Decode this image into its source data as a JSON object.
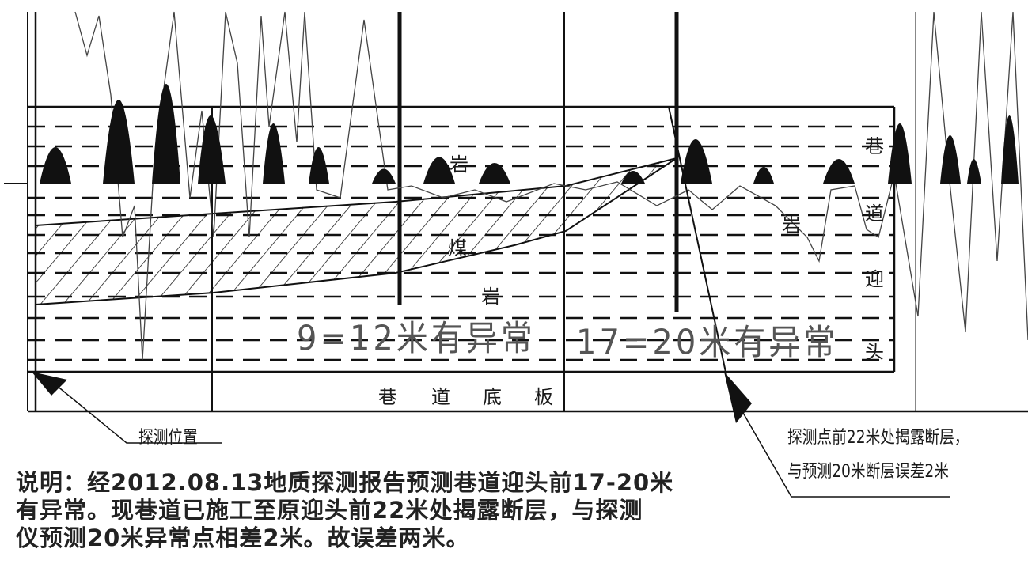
{
  "diagram": {
    "labels": {
      "rock_upper": "岩",
      "coal": "煤",
      "rock_lower": "岩",
      "rock_right": "岩",
      "anomaly_1": "9=12米有异常",
      "anomaly_2": "17=20米有异常",
      "floor": [
        "巷",
        "道",
        "底",
        "板"
      ],
      "heading": [
        "巷",
        "道",
        "迎",
        "头"
      ],
      "probe_position": "探测位置",
      "fault_note": [
        "探测点前22米处揭露断层，",
        "与预测20米断层误差2米"
      ]
    },
    "description": [
      "说明：经2012.08.13地质探测报告预测巷道迎头前17-20米",
      "有异常。现巷道已施工至原迎头前22米处揭露断层，与探测",
      "仪预测20米异常点相差2米。故误差两米。"
    ]
  }
}
